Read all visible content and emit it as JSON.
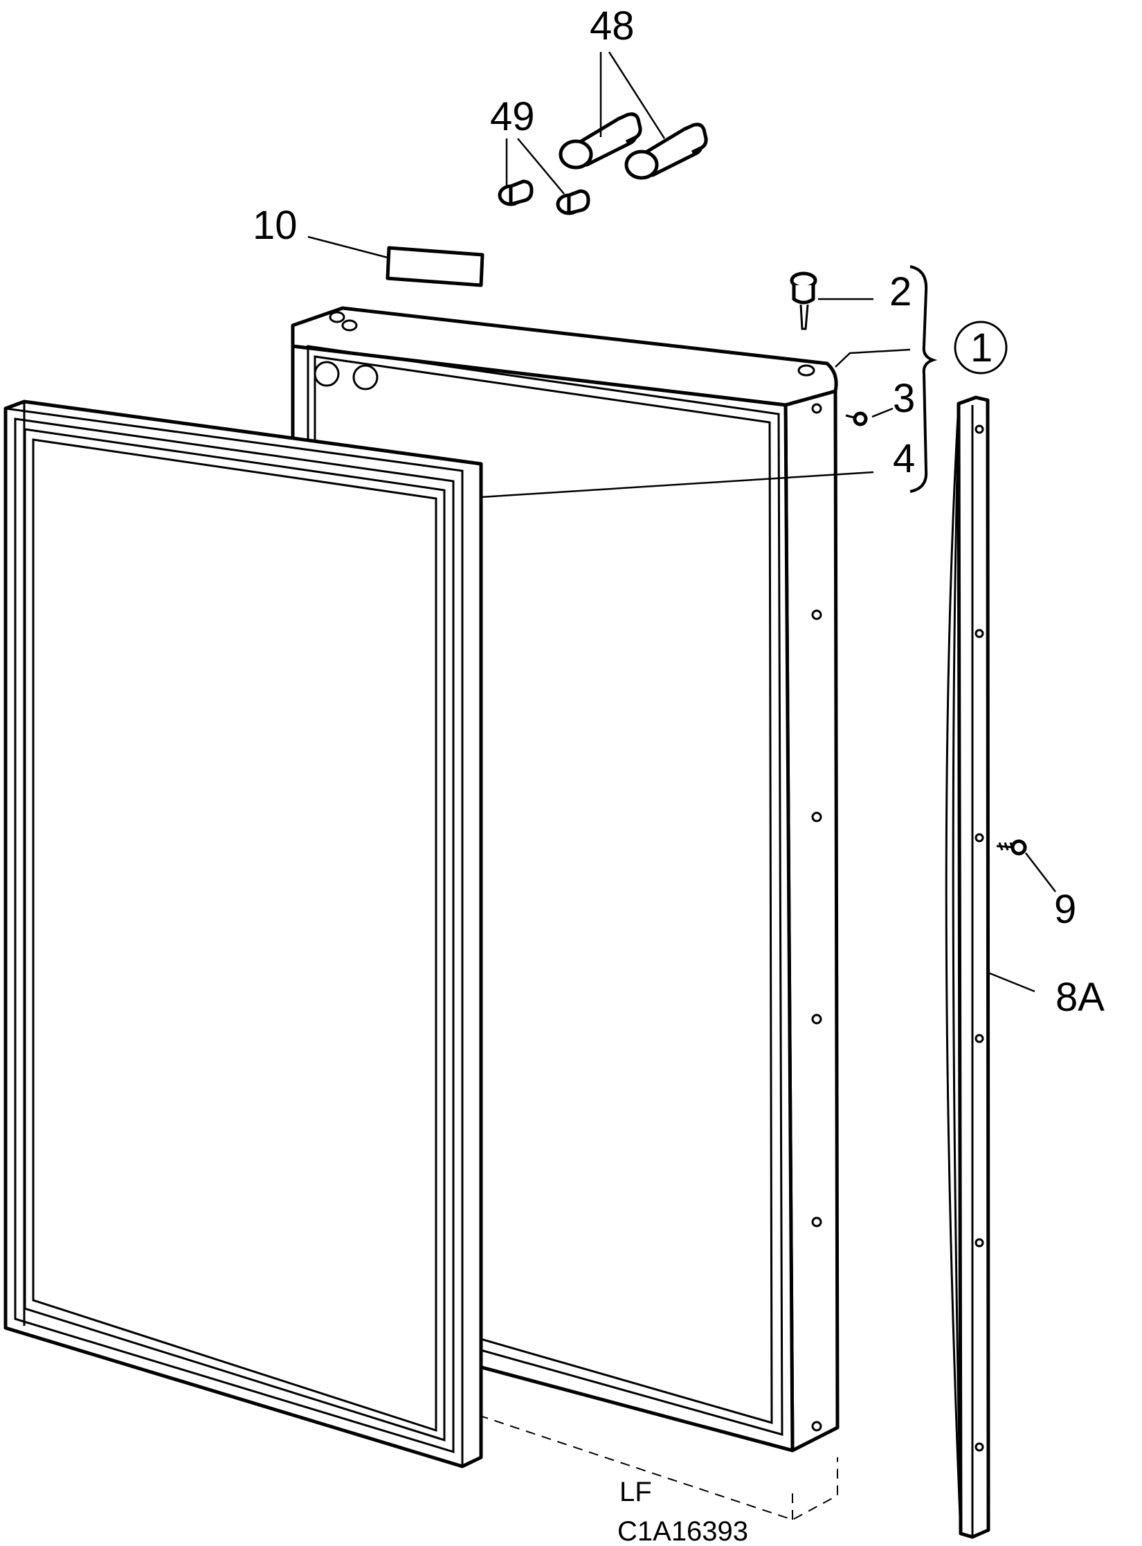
{
  "callouts": {
    "c48": "48",
    "c49": "49",
    "c10": "10",
    "c2": "2",
    "c1": "1",
    "c3": "3",
    "c4": "4",
    "c9": "9",
    "c8a": "8A"
  },
  "footer": {
    "view_label": "LF",
    "drawing_code": "C1A16393"
  },
  "parts": [
    {
      "id": "1",
      "name": "door assembly",
      "icon": "door-panel"
    },
    {
      "id": "2",
      "name": "hinge pin",
      "icon": "pin"
    },
    {
      "id": "3",
      "name": "screw",
      "icon": "screw"
    },
    {
      "id": "4",
      "name": "door gasket",
      "icon": "gasket-frame"
    },
    {
      "id": "8A",
      "name": "handle strip",
      "icon": "strip"
    },
    {
      "id": "9",
      "name": "screw",
      "icon": "screw"
    },
    {
      "id": "10",
      "name": "label",
      "icon": "label"
    },
    {
      "id": "48",
      "name": "bushings",
      "icon": "bushing"
    },
    {
      "id": "49",
      "name": "caps",
      "icon": "cap"
    }
  ],
  "colors": {
    "line": "#000000",
    "background": "#ffffff"
  }
}
